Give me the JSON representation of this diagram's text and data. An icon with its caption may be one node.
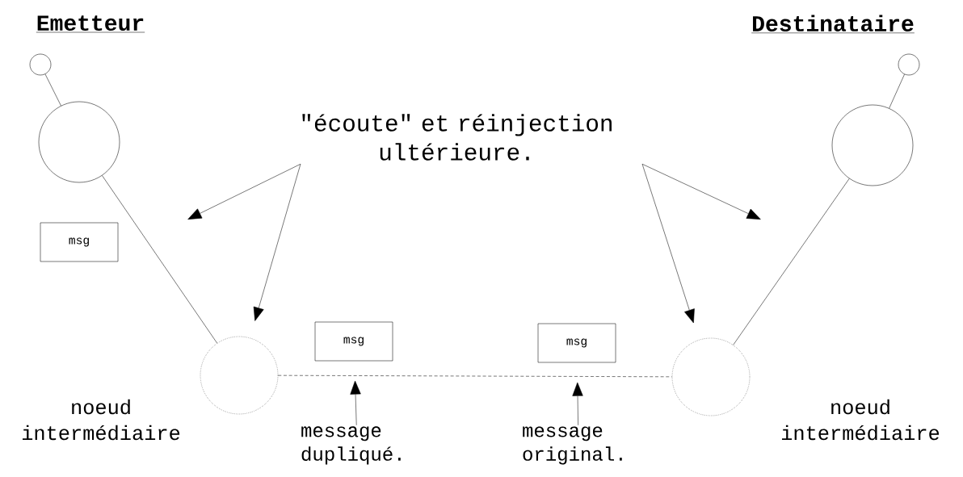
{
  "diagram": {
    "nodes": [
      {
        "text": [],
        "shape": "circle"
      },
      {
        "text": [],
        "shape": "circle"
      },
      {
        "text": [],
        "shape": "circle",
        "beside": [
          "noeud intermédiaire"
        ]
      },
      {
        "text": [],
        "shape": "circle"
      },
      {
        "text": [],
        "shape": "circle"
      },
      {
        "text": [],
        "shape": "circle",
        "beside": [
          "noeud intermédiaire"
        ]
      },
      {
        "text": [
          "\"écoute\" et réinjection ultérieure."
        ]
      },
      {
        "text": [
          "msg"
        ]
      },
      {
        "text": [
          "msg"
        ]
      },
      {
        "text": [
          "msg"
        ]
      },
      {
        "text": [
          "message dupliqué."
        ]
      },
      {
        "text": [
          "message original."
        ]
      }
    ],
    "edges": [
      {
        "from": 0,
        "to": 1,
        "arrow": "none"
      },
      {
        "from": 1,
        "to": 2,
        "arrow": "none"
      },
      {
        "from": 2,
        "to": 5,
        "arrow": "none",
        "style": "dashed"
      },
      {
        "from": 3,
        "to": 4,
        "arrow": "none"
      },
      {
        "from": 4,
        "to": 5,
        "arrow": "none"
      },
      {
        "from": 6,
        "to": null,
        "arrow": "to"
      },
      {
        "from": 6,
        "to": 2,
        "arrow": "to"
      },
      {
        "from": 6,
        "to": null,
        "arrow": "to"
      },
      {
        "from": 6,
        "to": 5,
        "arrow": "to"
      },
      {
        "from": 10,
        "to": 8,
        "arrow": "to"
      },
      {
        "from": 11,
        "to": 9,
        "arrow": "to"
      }
    ],
    "labels": [
      "Emetteur",
      "Destinataire"
    ]
  }
}
